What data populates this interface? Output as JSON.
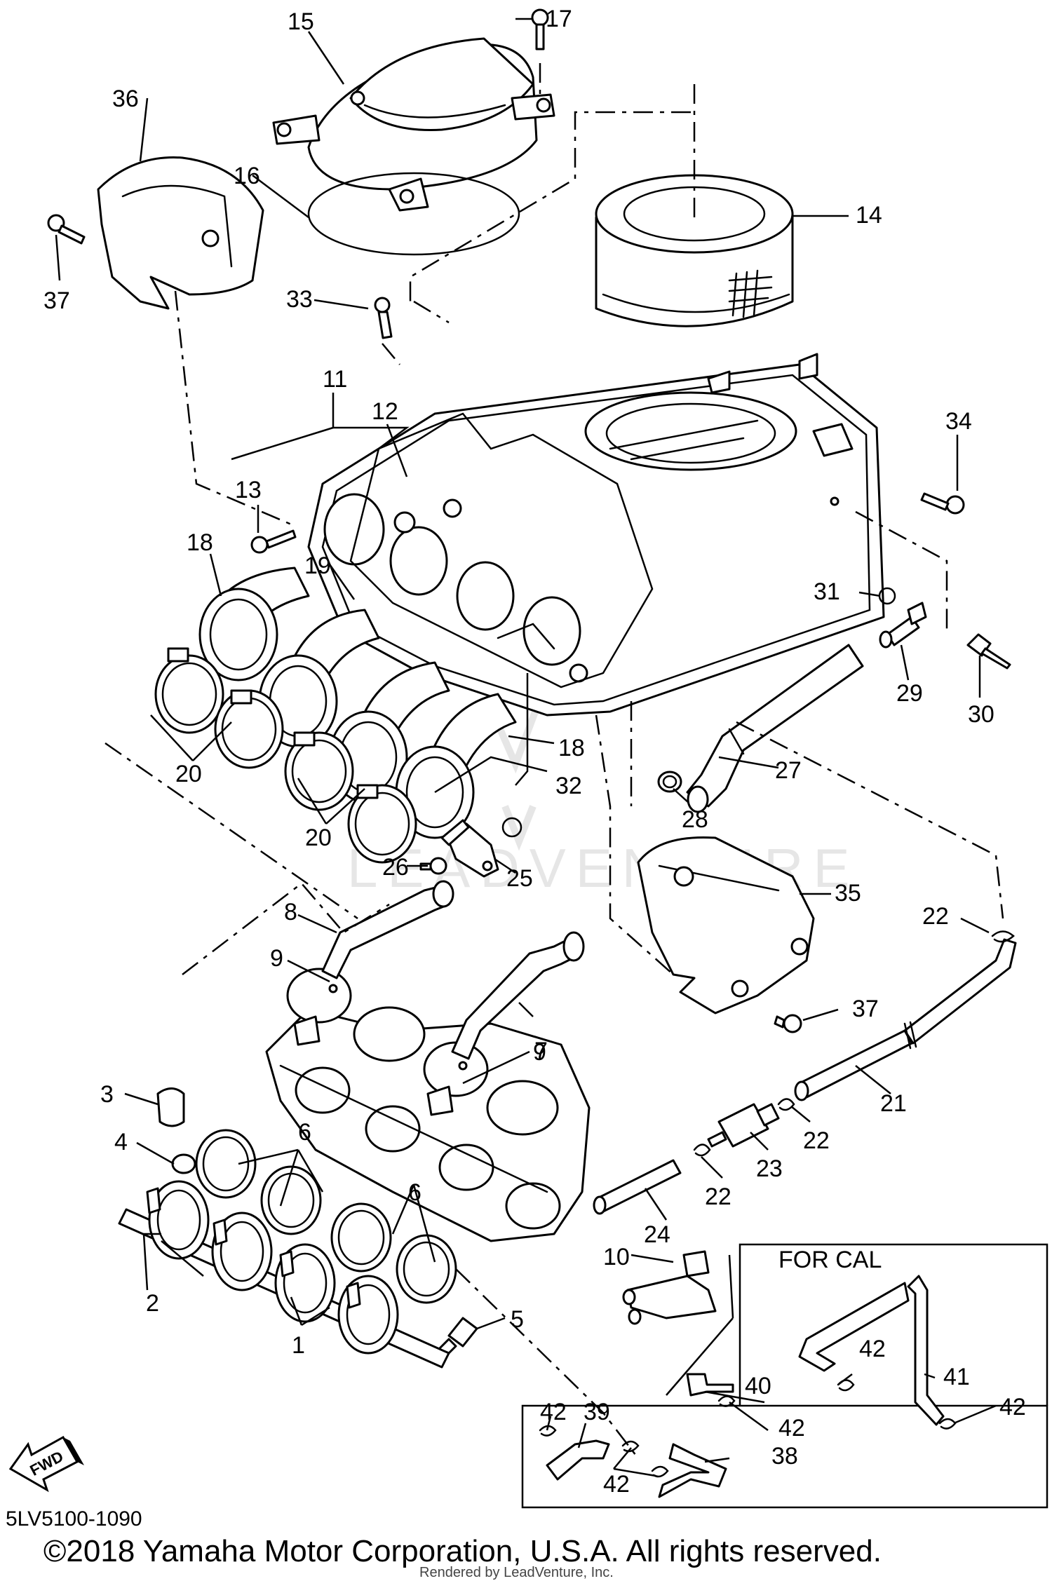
{
  "diagram": {
    "part_numbers": [
      "1",
      "2",
      "3",
      "4",
      "5",
      "6",
      "7",
      "8",
      "9",
      "10",
      "11",
      "12",
      "13",
      "14",
      "15",
      "16",
      "17",
      "18",
      "19",
      "20",
      "21",
      "22",
      "23",
      "24",
      "25",
      "26",
      "27",
      "28",
      "29",
      "30",
      "31",
      "32",
      "33",
      "34",
      "35",
      "36",
      "37",
      "38",
      "39",
      "40",
      "41",
      "42"
    ],
    "inset_title": "FOR CAL",
    "fwd_label": "FWD",
    "watermark": "LEADVENTURE",
    "diagram_code": "5LV5100-1090",
    "copyright": "©2018 Yamaha Motor Corporation, U.S.A. All rights reserved.",
    "rendered_by": "Rendered by LeadVenture, Inc."
  }
}
